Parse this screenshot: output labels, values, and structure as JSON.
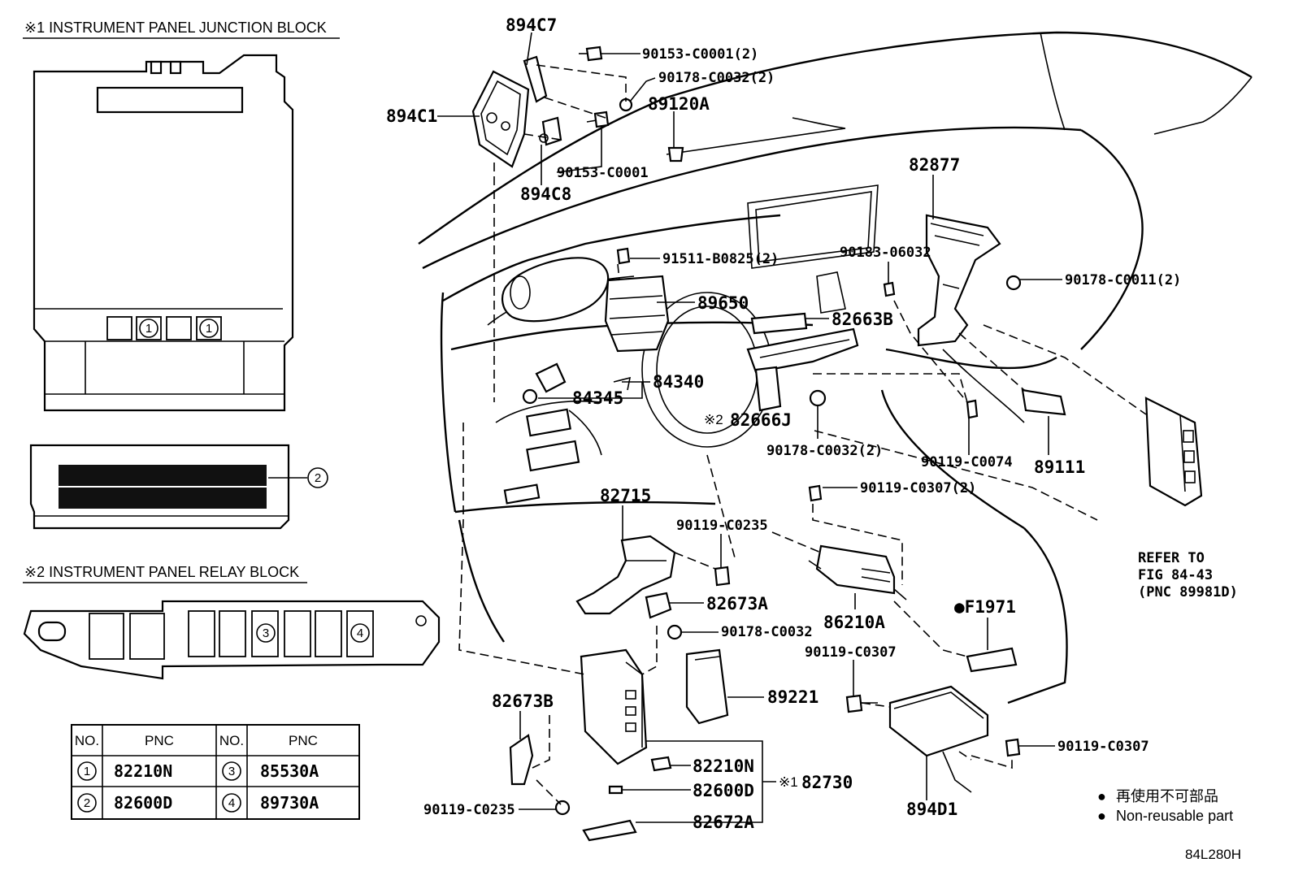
{
  "insets": {
    "junction_block_title": "※1 INSTRUMENT PANEL JUNCTION BLOCK",
    "relay_block_title": "※2 INSTRUMENT PANEL RELAY BLOCK",
    "circle_labels": [
      "1",
      "1",
      "2",
      "3",
      "4"
    ]
  },
  "pnc_table": {
    "headers": [
      "NO.",
      "PNC",
      "NO.",
      "PNC"
    ],
    "rows": [
      {
        "no_a": "1",
        "pnc_a": "82210N",
        "no_b": "3",
        "pnc_b": "85530A"
      },
      {
        "no_a": "2",
        "pnc_a": "82600D",
        "no_b": "4",
        "pnc_b": "89730A"
      }
    ]
  },
  "callouts": {
    "p894C7": "894C7",
    "p90153_C0001_2": "90153-C0001(2)",
    "p90178_C0032_2_top": "90178-C0032(2)",
    "p894C1": "894C1",
    "p89120A": "89120A",
    "p90153_C0001": "90153-C0001",
    "p894C8": "894C8",
    "p82877": "82877",
    "p91511_B0825_2": "91511-B0825(2)",
    "p90183_06032": "90183-06032",
    "p90178_C0011_2": "90178-C0011(2)",
    "p89650": "89650",
    "p82663B": "82663B",
    "p84340": "84340",
    "p84345": "84345",
    "p82666J_mark": "※2",
    "p82666J": "82666J",
    "p90178_C0032_2_mid": "90178-C0032(2)",
    "p90119_C0074": "90119-C0074",
    "p89111": "89111",
    "p90119_C0307_2": "90119-C0307(2)",
    "p82715": "82715",
    "p90119_C0235_top": "90119-C0235",
    "p82673A": "82673A",
    "p90178_C0032": "90178-C0032",
    "p86210A": "86210A",
    "pF1971": "●F1971",
    "p90119_C0307_mid": "90119-C0307",
    "p89221": "89221",
    "p82673B": "82673B",
    "p82210N": "82210N",
    "p82730_mark": "※1",
    "p82730": "82730",
    "p82600D": "82600D",
    "p90119_C0235_bottom": "90119-C0235",
    "p82672A": "82672A",
    "p90119_C0307_low": "90119-C0307",
    "p894D1": "894D1",
    "refer_line1": "REFER TO",
    "refer_line2": "FIG 84-43",
    "refer_line3": "(PNC 89981D)"
  },
  "legend": {
    "bullet": "●",
    "japanese": "再使用不可部品",
    "english": "Non-reusable part"
  },
  "figure_code": "84L280H"
}
